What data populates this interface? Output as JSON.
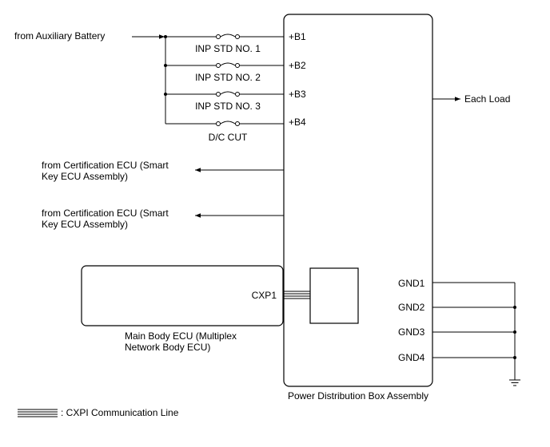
{
  "inputs": {
    "aux_battery": "from Auxiliary Battery",
    "cert_ecu_1_line1": "from Certification ECU (Smart",
    "cert_ecu_1_line2": "Key ECU Assembly)",
    "cert_ecu_2_line1": "from Certification ECU (Smart",
    "cert_ecu_2_line2": "Key ECU Assembly)"
  },
  "fuses": {
    "fuse1": "INP STD NO. 1",
    "fuse2": "INP STD NO. 2",
    "fuse3": "INP STD NO. 3",
    "fuse4": "D/C CUT"
  },
  "pdb": {
    "label": "Power Distribution Box Assembly",
    "pins": {
      "b1": "+B1",
      "b2": "+B2",
      "b3": "+B3",
      "b4": "+B4",
      "gnd1": "GND1",
      "gnd2": "GND2",
      "gnd3": "GND3",
      "gnd4": "GND4"
    },
    "output": "Each Load"
  },
  "ecu": {
    "pin": "CXP1",
    "label_line1": "Main Body ECU (Multiplex",
    "label_line2": "Network Body ECU)"
  },
  "legend": {
    "label": ": CXPI Communication Line"
  }
}
